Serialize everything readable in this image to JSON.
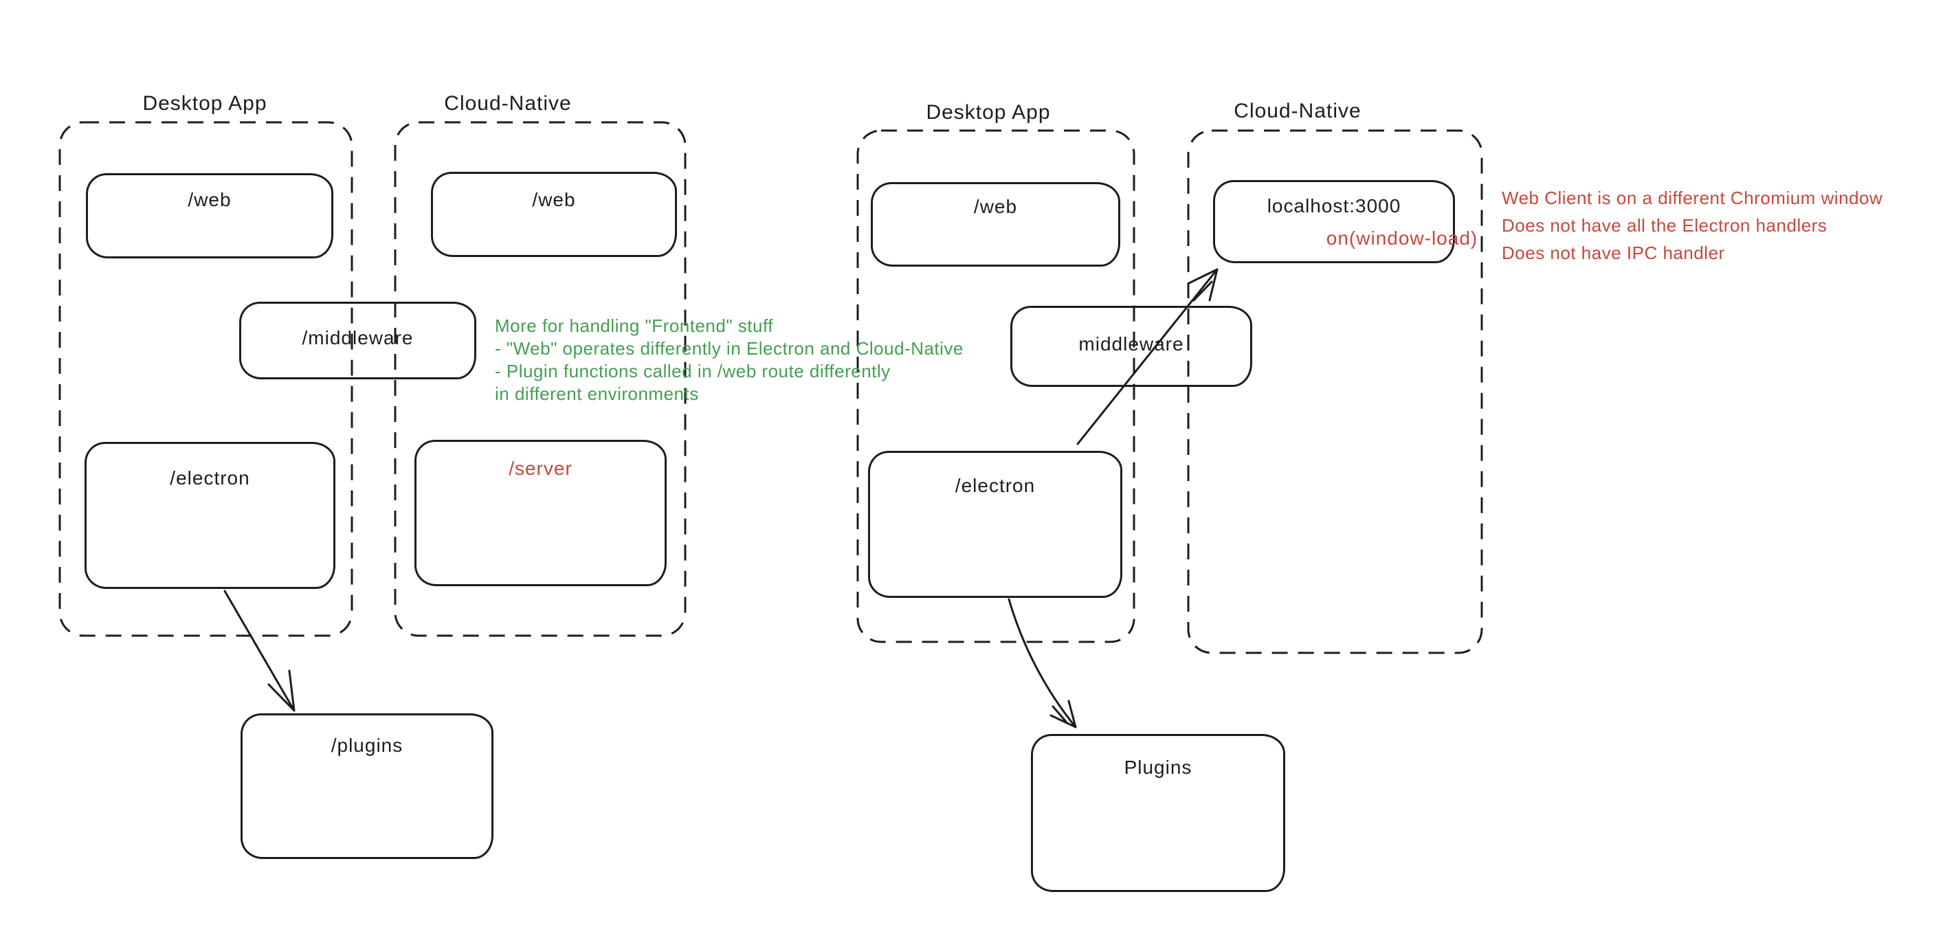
{
  "colors": {
    "ink": "#1d1d1d",
    "green": "#449e50",
    "red": "#c8473c",
    "background": "#ffffff"
  },
  "left_diagram": {
    "desktop_title": "Desktop App",
    "cloud_title": "Cloud-Native",
    "web_desktop_label": "/web",
    "web_cloud_label": "/web",
    "middleware_label": "/middleware",
    "electron_label": "/electron",
    "server_label": "/server",
    "plugins_label": "/plugins",
    "green_note_lines": [
      "More for handling \"Frontend\" stuff",
      "- \"Web\" operates differently in Electron and Cloud-Native",
      "- Plugin functions called in /web route differently",
      "in different environments"
    ]
  },
  "right_diagram": {
    "desktop_title": "Desktop App",
    "cloud_title": "Cloud-Native",
    "web_desktop_label": "/web",
    "localhost_label": "localhost:3000",
    "on_window_load_label": "on(window-load)",
    "middleware_label": "middleware",
    "electron_label": "/electron",
    "plugins_label": "Plugins",
    "red_note_lines": [
      "Web Client is on a different Chromium window",
      "Does not have all the Electron handlers",
      "Does not have IPC handler"
    ]
  }
}
